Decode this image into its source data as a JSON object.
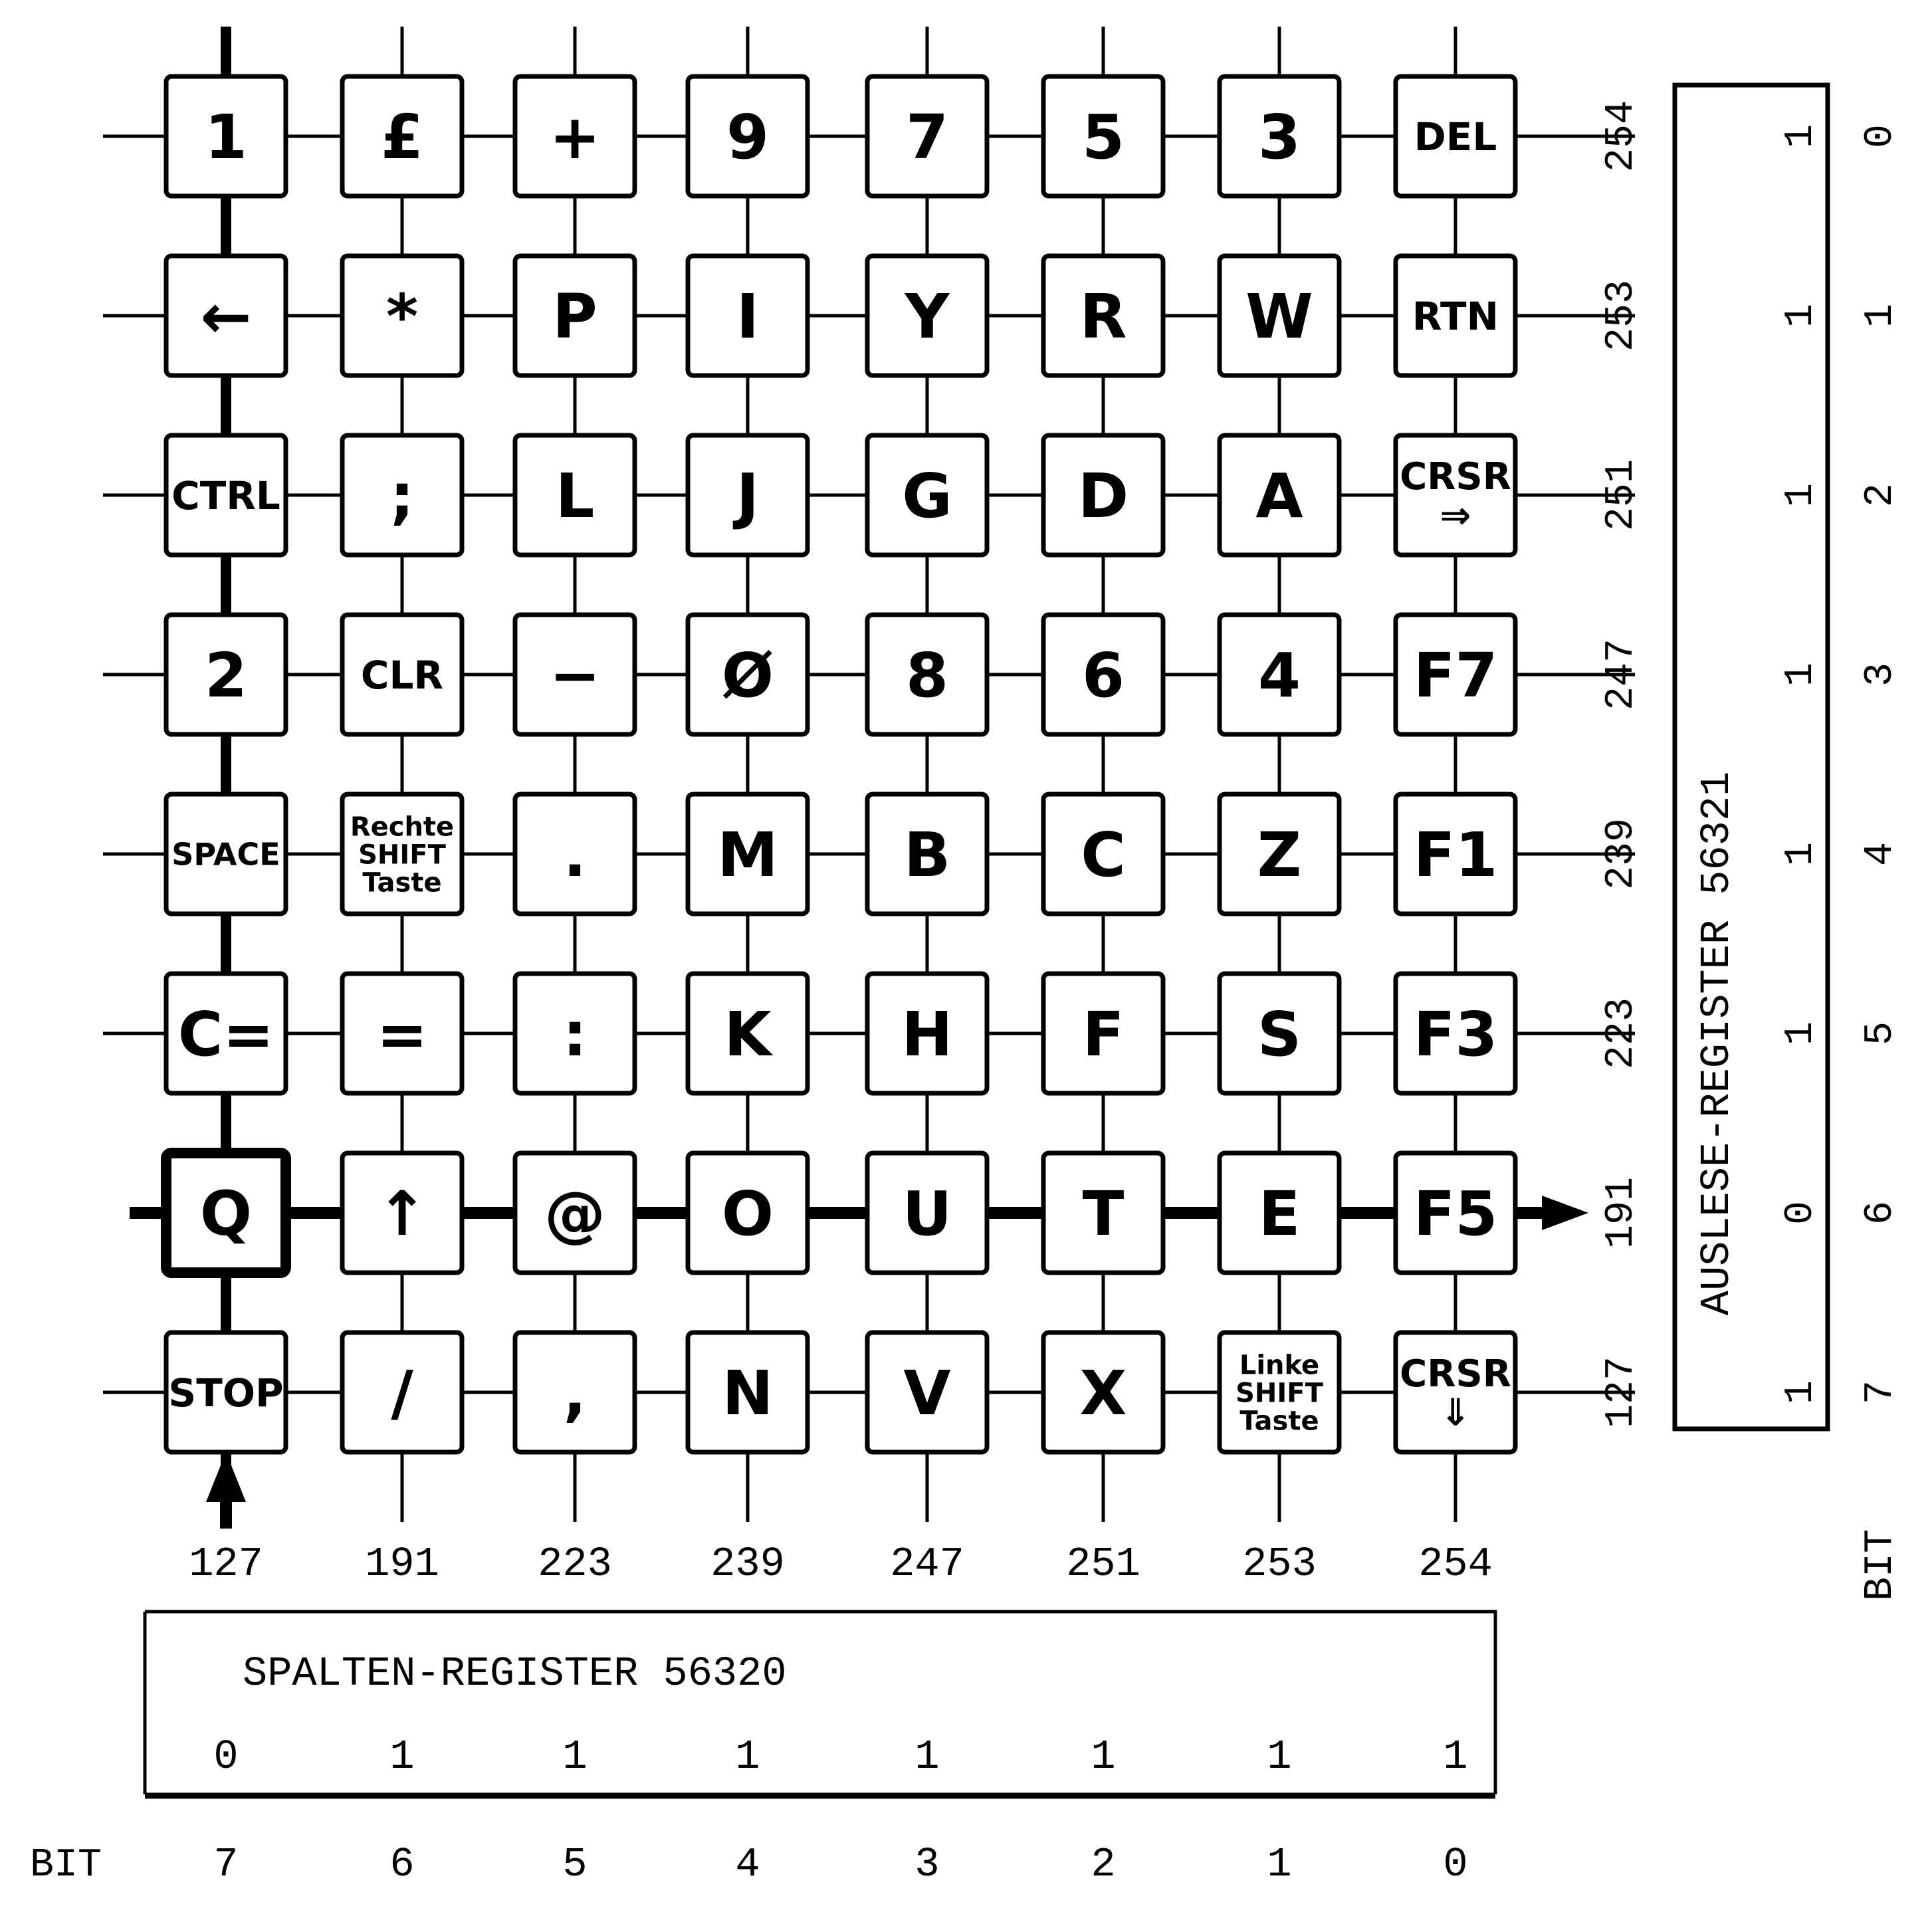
{
  "keyboard_matrix": {
    "rows": [
      {
        "keys": [
          "1",
          "£",
          "+",
          "9",
          "7",
          "5",
          "3",
          "DEL"
        ]
      },
      {
        "keys": [
          "←",
          "*",
          "P",
          "I",
          "Y",
          "R",
          "W",
          "RTN"
        ]
      },
      {
        "keys": [
          "CTRL",
          ";",
          "L",
          "J",
          "G",
          "D",
          "A",
          "CRSR ⇒"
        ]
      },
      {
        "keys": [
          "2",
          "CLR",
          "−",
          "Ø",
          "8",
          "6",
          "4",
          "F7"
        ]
      },
      {
        "keys": [
          "SPACE",
          "Rechte SHIFT Taste",
          ".",
          "M",
          "B",
          "C",
          "Z",
          "F1"
        ]
      },
      {
        "keys": [
          "C=",
          "=",
          ":",
          "K",
          "H",
          "F",
          "S",
          "F3"
        ]
      },
      {
        "keys": [
          "Q",
          "↑",
          "@",
          "O",
          "U",
          "T",
          "E",
          "F5"
        ]
      },
      {
        "keys": [
          "STOP",
          "/",
          ",",
          "N",
          "V",
          "X",
          "Linke SHIFT Taste",
          "CRSR ⇓"
        ]
      }
    ],
    "active_row": 6,
    "active_column": 0
  },
  "column_register": {
    "label": "SPALTEN-REGISTER 56320",
    "values": [
      "127",
      "191",
      "223",
      "239",
      "247",
      "251",
      "253",
      "254"
    ],
    "bits": [
      "0",
      "1",
      "1",
      "1",
      "1",
      "1",
      "1",
      "1"
    ],
    "bit_numbers": [
      "7",
      "6",
      "5",
      "4",
      "3",
      "2",
      "1",
      "0"
    ],
    "bit_label": "BIT"
  },
  "row_register": {
    "label": "AUSLESE-REGISTER 56321",
    "values": [
      "254",
      "253",
      "251",
      "247",
      "239",
      "223",
      "191",
      "127"
    ],
    "bits": [
      "1",
      "1",
      "1",
      "1",
      "1",
      "1",
      "0",
      "1"
    ],
    "bit_numbers": [
      "0",
      "1",
      "2",
      "3",
      "4",
      "5",
      "6",
      "7"
    ],
    "bit_label": "BIT"
  }
}
